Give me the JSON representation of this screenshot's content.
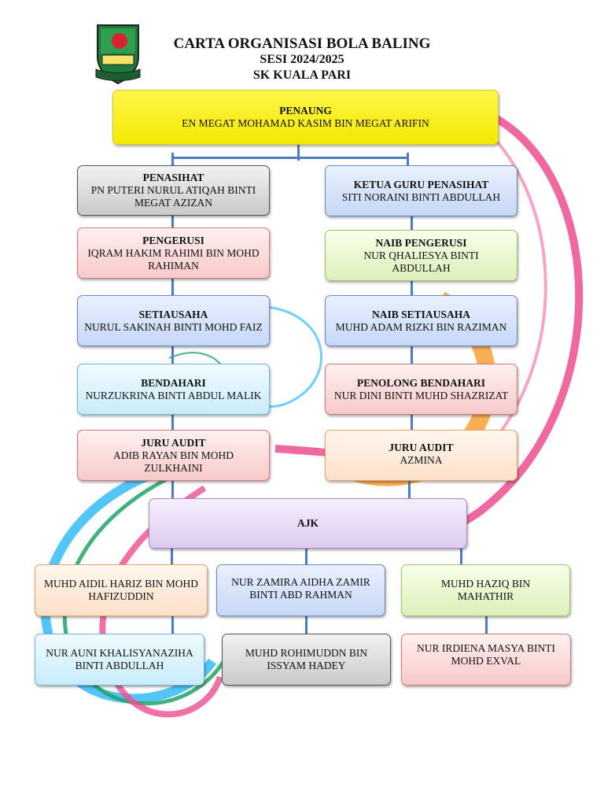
{
  "header": {
    "title": "CARTA ORGANISASI BOLA BALING",
    "session": "SESI 2024/2025",
    "school": "SK KUALA PARI"
  },
  "chart": {
    "patron": {
      "role": "PENAUNG",
      "name": "EN MEGAT MOHAMAD KASIM BIN MEGAT ARIFIN"
    },
    "left": [
      {
        "role": "PENASIHAT",
        "name": "PN  PUTERI NURUL ATIQAH BINTI MEGAT AZIZAN"
      },
      {
        "role": "PENGERUSI",
        "name": "IQRAM HAKIM RAHIMI BIN MOHD RAHIMAN"
      },
      {
        "role": "SETIAUSAHA",
        "name": "NURUL SAKINAH BINTI MOHD FAIZ"
      },
      {
        "role": "BENDAHARI",
        "name": "NURZUKRINA BINTI ABDUL MALIK"
      },
      {
        "role": "JURU AUDIT",
        "name": "ADIB RAYAN BIN MOHD ZULKHAINI"
      }
    ],
    "right": [
      {
        "role": "KETUA GURU PENASIHAT",
        "name": "SITI NORAINI BINTI ABDULLAH"
      },
      {
        "role": "NAIB PENGERUSI",
        "name": "NUR QHALIESYA BINTI ABDULLAH"
      },
      {
        "role": "NAIB SETIAUSAHA",
        "name": "MUHD ADAM RIZKI BIN RAZIMAN"
      },
      {
        "role": "PENOLONG BENDAHARI",
        "name": "NUR DINI BINTI MUHD SHAZRIZAT"
      },
      {
        "role": "JURU AUDIT",
        "name": "AZMINA"
      }
    ],
    "committee_label": "AJK",
    "committee": [
      "MUHD AIDIL HARIZ BIN MOHD HAFIZUDDIN",
      "NUR ZAMIRA AIDHA ZAMIR BINTI ABD RAHMAN",
      "MUHD HAZIQ BIN MAHATHIR",
      "NUR AUNI KHALISYANAZIHA BINTI ABDULLAH",
      "MUHD ROHIMUDDN BIN ISSYAM HADEY",
      "NUR IRDIENA MASYA BINTI MOHD EXVAL"
    ]
  }
}
